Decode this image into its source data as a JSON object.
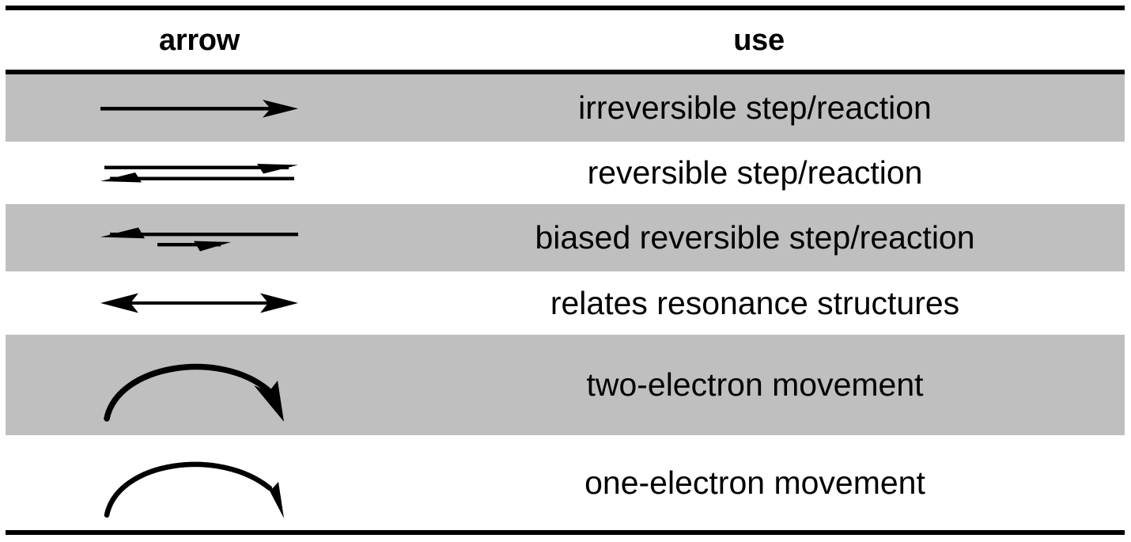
{
  "table": {
    "columns": [
      {
        "key": "arrow",
        "label": "arrow"
      },
      {
        "key": "use",
        "label": "use"
      }
    ],
    "colors": {
      "shaded_row": "#bfbfbf",
      "plain_row": "#ffffff",
      "rule": "#000000",
      "text": "#000000"
    },
    "rows": [
      {
        "arrow_icon": "straight-single-arrow-right-icon",
        "arrow_description": "single straight arrow pointing right",
        "use": "irreversible step/reaction",
        "shaded": true
      },
      {
        "arrow_icon": "equilibrium-double-harpoon-icon",
        "arrow_description": "two equal-length harpoons, upper pointing right, lower pointing left",
        "use": "reversible step/reaction",
        "shaded": false
      },
      {
        "arrow_icon": "biased-equilibrium-harpoon-icon",
        "arrow_description": "long harpoon pointing left above a short harpoon pointing right",
        "use": "biased reversible step/reaction",
        "shaded": true
      },
      {
        "arrow_icon": "double-headed-resonance-arrow-icon",
        "arrow_description": "straight arrow with full arrowheads on both ends",
        "use": "relates resonance structures",
        "shaded": false
      },
      {
        "arrow_icon": "curved-double-barbed-arrow-icon",
        "arrow_description": "curved arc with a full two-barbed arrowhead at right end",
        "use": "two-electron movement",
        "shaded": true
      },
      {
        "arrow_icon": "curved-fishhook-arrow-icon",
        "arrow_description": "curved arc with a single-barbed fishhook arrowhead at right end",
        "use": "one-electron movement",
        "shaded": false
      }
    ]
  }
}
